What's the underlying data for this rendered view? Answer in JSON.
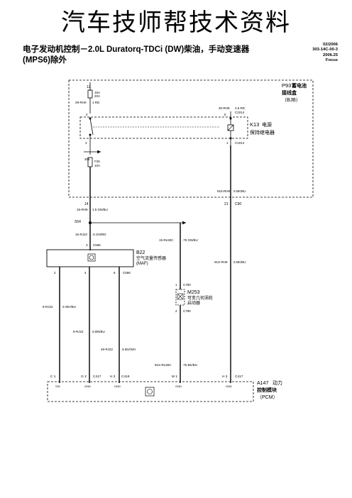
{
  "header": {
    "watermark": "汽车技师帮技术资料",
    "title_line1": "电子发动机控制－2.0L Duratorq-TDCi (DW)柴油，手动变速器",
    "title_line2": "(MPS6)除外",
    "date": "02/2006",
    "code": "303-14C-00-3",
    "year": "2006.25",
    "model": "Focus"
  },
  "components": {
    "fuse_box": {
      "ref": "P93",
      "name_line1": "蓄电池",
      "name_line2": "接线盒",
      "name_line3": "（BJB）"
    },
    "k13": {
      "ref": "K13",
      "name_line1": "电源",
      "name_line2": "保持继电器"
    },
    "b22": {
      "ref": "B22",
      "name_line1": "空气流量传感器",
      "name_line2": "(MAF)"
    },
    "m253": {
      "ref": "M253",
      "name_line1": "可变几何涡轮",
      "name_line2": "启动器"
    },
    "a147": {
      "ref": "A147",
      "name_line1": "动力",
      "name_line2": "控制模块",
      "name_line3": "（PCM）"
    }
  },
  "fuses": {
    "f1_num": "12",
    "f1_amp": "15A",
    "f1_amp_sub": "20A",
    "f2_num": "305",
    "f2_amp": "F26",
    "f2_amp_sub": "10A"
  },
  "labels": {
    "w_29rh0": "29-RH0",
    "w_29rh0_sz": "1 RD",
    "w_30rh9": "30-RH9",
    "w_30rh9_sz": "2.5 RD",
    "c1014_top": "C1014",
    "c1014_bot": "C1014",
    "k_pin2": "2",
    "k_pin3": "3",
    "k_pin5": "5",
    "k_pin1": "1",
    "w_915rh9_top": "915-RH9",
    "w_915rh9_top_sz": ".5 BK/BU",
    "pin14": "14",
    "pin21": "21",
    "c90": "C90",
    "w_15rh9": "15-RH9",
    "w_15rh9_sz": "1.5 GN/BU",
    "s54": "S54",
    "w_15rj22": "15-RJ22",
    "w_15rj22_sz": ".5 GN/RD",
    "b22_pin3": "3",
    "c596_top": "C596",
    "w_15rl50c": "15-RL50C",
    "w_15rl50c_sz": ".75 GN/BU",
    "w_91srh9": "91S-RH9",
    "w_91srh9_sz": ".5 BK/BU",
    "b22_pin2": "2",
    "b22_pin4": "4",
    "b22_pin6": "6",
    "c596_bot": "C596",
    "c790_top": "C790",
    "c790_bot": "C790",
    "m_pin1": "1",
    "m_pin2": "2",
    "w_8rj22": "8-RJ22",
    "w_8rj22_sz": ".5 WH/BU",
    "w_9rj22": "9-RJ22",
    "w_9rj22_sz": ".5 BN/BU",
    "w_49rj22": "49-RJ22",
    "w_49rj22_sz": ".5 BU/WH",
    "w_91srl50c": "91S-RL50C",
    "w_91srl50c_sz": ".75 BK/BU",
    "pcm_c1": "C 1",
    "pcm_g2": "G 2",
    "pcm_c417a": "C417",
    "pcm_h3": "H 3",
    "pcm_c419": "C419",
    "pcm_m1": "M 1",
    "pcm_h3b": "H 3",
    "pcm_c417b": "C417",
    "sig": "SIG",
    "gnd1": "GND",
    "gnd2": "GND",
    "gnd3": "GND",
    "gnd4": "GND"
  }
}
